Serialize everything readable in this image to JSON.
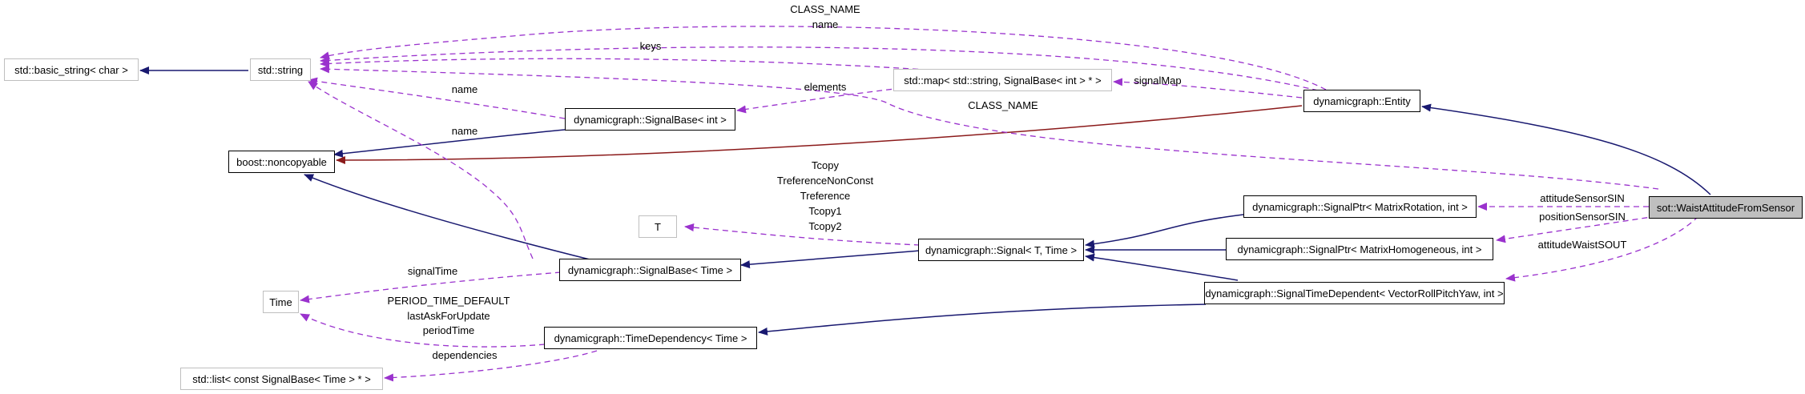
{
  "colors": {
    "inheritance": "#191970",
    "private_inheritance": "#8b1a1a",
    "usage": "#9a32cd",
    "box_border": "#000000",
    "external_border": "#bfbfbf",
    "focus_fill": "#bfbfbf"
  },
  "nodes": {
    "basic_string": "std::basic_string< char >",
    "string": "std::string",
    "map": "std::map< std::string, SignalBase< int > * >",
    "entity": "dynamicgraph::Entity",
    "signalbase_int": "dynamicgraph::SignalBase< int >",
    "noncopyable": "boost::noncopyable",
    "waist": "sot::WaistAttitudeFromSensor",
    "sigptr_rot": "dynamicgraph::SignalPtr< MatrixRotation, int >",
    "T": "T",
    "signal": "dynamicgraph::Signal< T, Time >",
    "sigptr_hom": "dynamicgraph::SignalPtr< MatrixHomogeneous, int >",
    "signalbase_time": "dynamicgraph::SignalBase< Time >",
    "time": "Time",
    "timedependent": "dynamicgraph::SignalTimeDependent< VectorRollPitchYaw, int >",
    "timedependency": "dynamicgraph::TimeDependency< Time >",
    "list": "std::list< const SignalBase< Time > * >"
  },
  "labels": {
    "classname_top": "CLASS_NAME",
    "name_top": "name",
    "keys": "keys",
    "signalmap": "signalMap",
    "name_sbint": "name",
    "elements": "elements",
    "classname_mid": "CLASS_NAME",
    "name_sbtime": "name",
    "tcopy": "Tcopy",
    "treferencenonconst": "TreferenceNonConst",
    "treference": "Treference",
    "tcopy1": "Tcopy1",
    "tcopy2": "Tcopy2",
    "attitudesensorsin": "attitudeSensorSIN",
    "positionsensorsin": "positionSensorSIN",
    "attitudewaistsout": "attitudeWaistSOUT",
    "signaltime": "signalTime",
    "period_time_default": "PERIOD_TIME_DEFAULT",
    "lastaskforupdate": "lastAskForUpdate",
    "periodtime": "periodTime",
    "dependencies": "dependencies"
  }
}
